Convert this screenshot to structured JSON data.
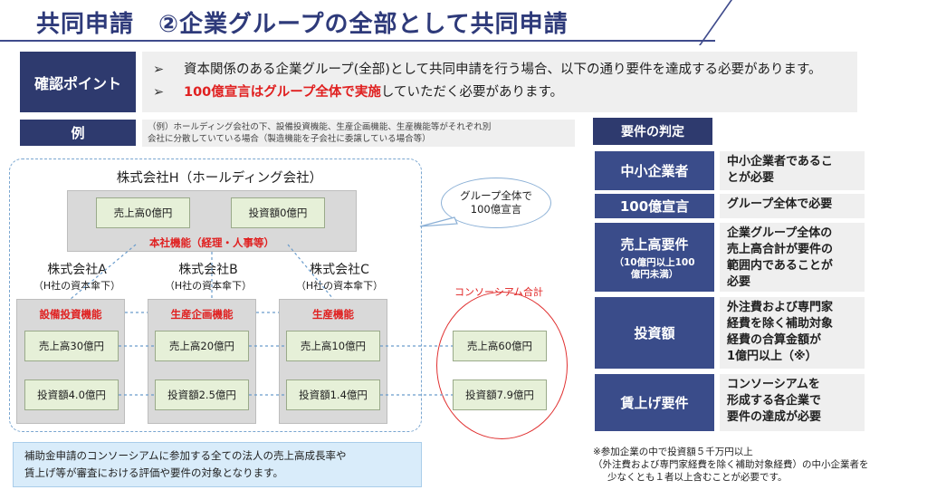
{
  "title": "共同申請　②企業グループの全部として共同申請",
  "kakunin": {
    "label": "確認ポイント",
    "arrow": "➢",
    "line1": "資本関係のある企業グループ(全部)として共同申請を行う場合、以下の通り要件を達成する必要があります。",
    "line2_red": "100億宣言はグループ全体で実施",
    "line2_rest": "していただく必要があります。"
  },
  "rei": {
    "label": "例",
    "line1": "（例）ホールディング会社の下、設備投資機能、生産企画機能、生産機能等がそれぞれ別",
    "line2": "会社に分散していている場合（製造機能を子会社に委譲している場合等）"
  },
  "diagram": {
    "holding": {
      "title": "株式会社H（ホールディング会社）",
      "sales": "売上高0億円",
      "invest": "投資額0億円",
      "function": "本社機能（経理・人事等）"
    },
    "bubble_line1": "グループ全体で",
    "bubble_line2": "100億宣言",
    "companies": [
      {
        "name": "株式会社A",
        "note": "（H社の資本傘下）",
        "function": "設備投資機能",
        "sales": "売上高30億円",
        "invest": "投資額4.0億円"
      },
      {
        "name": "株式会社B",
        "note": "（H社の資本傘下）",
        "function": "生産企画機能",
        "sales": "売上高20億円",
        "invest": "投資額2.5億円"
      },
      {
        "name": "株式会社C",
        "note": "（H社の資本傘下）",
        "function": "生産機能",
        "sales": "売上高10億円",
        "invest": "投資額1.4億円"
      }
    ],
    "consortium": {
      "label": "コンソーシアム合計",
      "sales": "売上高60億円",
      "invest": "投資額7.9億円"
    }
  },
  "note": {
    "line1": "補助金申請のコンソーシアムに参加する全ての法人の売上高成長率や",
    "line2": "賃上げ等が審査における評価や要件の対象となります。"
  },
  "requirements": {
    "label": "要件の判定",
    "rows": [
      {
        "left": "中小企業者",
        "right": [
          "中小企業者であるこ",
          "とが必要"
        ]
      },
      {
        "left": "100億宣言",
        "right": [
          "グループ全体で必要"
        ]
      },
      {
        "left": "売上高要件",
        "left_sub": [
          "（10億円以上100",
          "億円未満）"
        ],
        "right": [
          "企業グループ全体の",
          "売上高合計が要件の",
          "範囲内であることが",
          "必要"
        ]
      },
      {
        "left": "投資額",
        "right": [
          "外注費および専門家",
          "経費を除く補助対象",
          "経費の合算金額が",
          "1億円以上（※）"
        ]
      },
      {
        "left": "賃上げ要件",
        "right": [
          "コンソーシアムを",
          "形成する各企業で",
          "要件の達成が必要"
        ]
      }
    ]
  },
  "footnote": {
    "line1": "※参加企業の中で投資額５千万円以上",
    "line2": "（外注費および専門家経費を除く補助対象経費）の中小企業者を",
    "line3": "少なくとも１者以上含むことが必要です。"
  }
}
